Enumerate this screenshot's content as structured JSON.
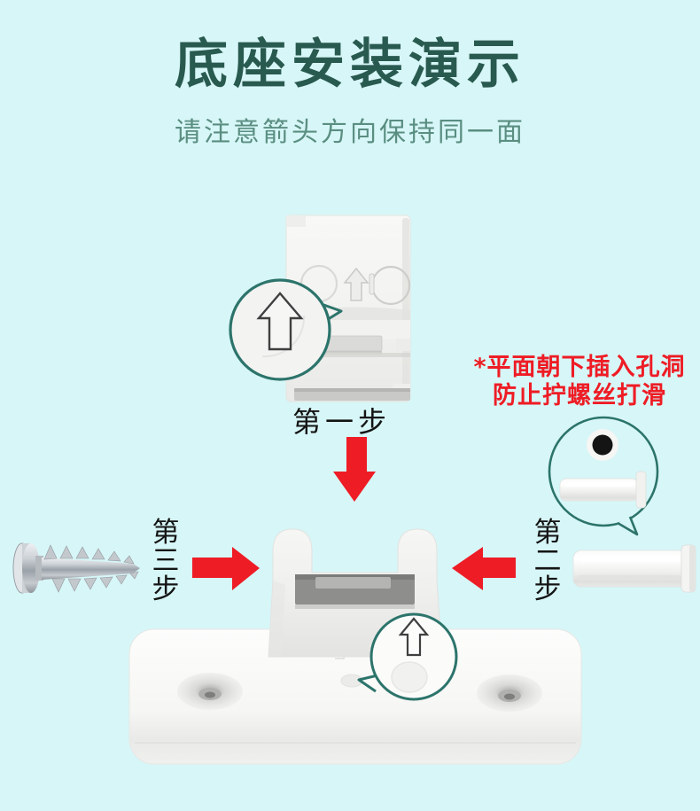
{
  "colors": {
    "background": "#d7f6f7",
    "title": "#295a50",
    "subtitle": "#5a8e81",
    "red": "#ee1c25",
    "callout": "#2c746b",
    "ink": "#141414"
  },
  "header": {
    "title": "底座安装演示",
    "subtitle": "请注意箭头方向保持同一面"
  },
  "steps": [
    {
      "label": "第一步"
    },
    {
      "label": "第二步"
    },
    {
      "label": "第三步"
    }
  ],
  "note": {
    "line1": "*平面朝下插入孔洞",
    "line2": "防止拧螺丝打滑"
  },
  "icons": {
    "callout_up_arrow": "outlined up arrow (direction marker)",
    "embossed_up_arrow": "embossed up arrow on plastic part",
    "step1_arrow": "red arrow pointing down",
    "step2_arrow": "red arrow pointing left",
    "step3_arrow": "red arrow pointing right"
  },
  "parts": {
    "connector": "white connector block (step 1 part)",
    "pin": "white plastic pin with flange (step 2 part)",
    "screw": "metal self-tapping screw (step 3 part)",
    "bracket": "white hinge bracket",
    "base_plate": "white base plate with two countersunk holes",
    "pin_end_hole": "pin end view with center hole"
  }
}
